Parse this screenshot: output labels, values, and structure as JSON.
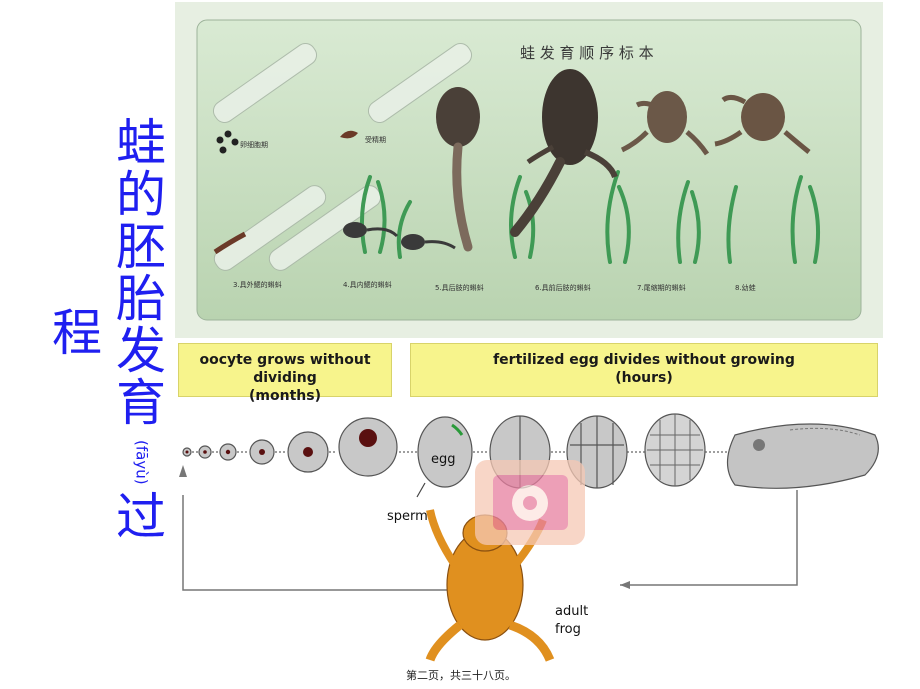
{
  "title": {
    "chars": [
      "蛙",
      "的",
      "胚",
      "胎",
      "发",
      "育"
    ],
    "pinyin": "(fāyù)",
    "tail_char": "过",
    "wrap_char": "程"
  },
  "specimen": {
    "header": "蛙 发 育 顺 序 标 本",
    "stage_labels": [
      "卵细胞期",
      "受精期",
      "3.具外鳃的蝌蚪",
      "4.具内鳃的蝌蚪",
      "5.具后肢的蝌蚪",
      "6.具前后肢的蝌蚪",
      "7.尾缩期的蝌蚪",
      "8.幼蛙"
    ]
  },
  "diagram": {
    "left_box": {
      "line1": "oocyte grows without dividing",
      "line2": "(months)"
    },
    "right_box": {
      "line1": "fertilized egg divides without growing",
      "line2": "(hours)"
    },
    "egg_label": "egg",
    "sperm_label": "sperm",
    "adult_label_1": "adult",
    "adult_label_2": "frog"
  },
  "footer": "第二页，共三十八页。",
  "colors": {
    "title_blue": "#1f1ff0",
    "box_yellow": "#f7f48c",
    "photo_green": "#bcd7b4"
  }
}
